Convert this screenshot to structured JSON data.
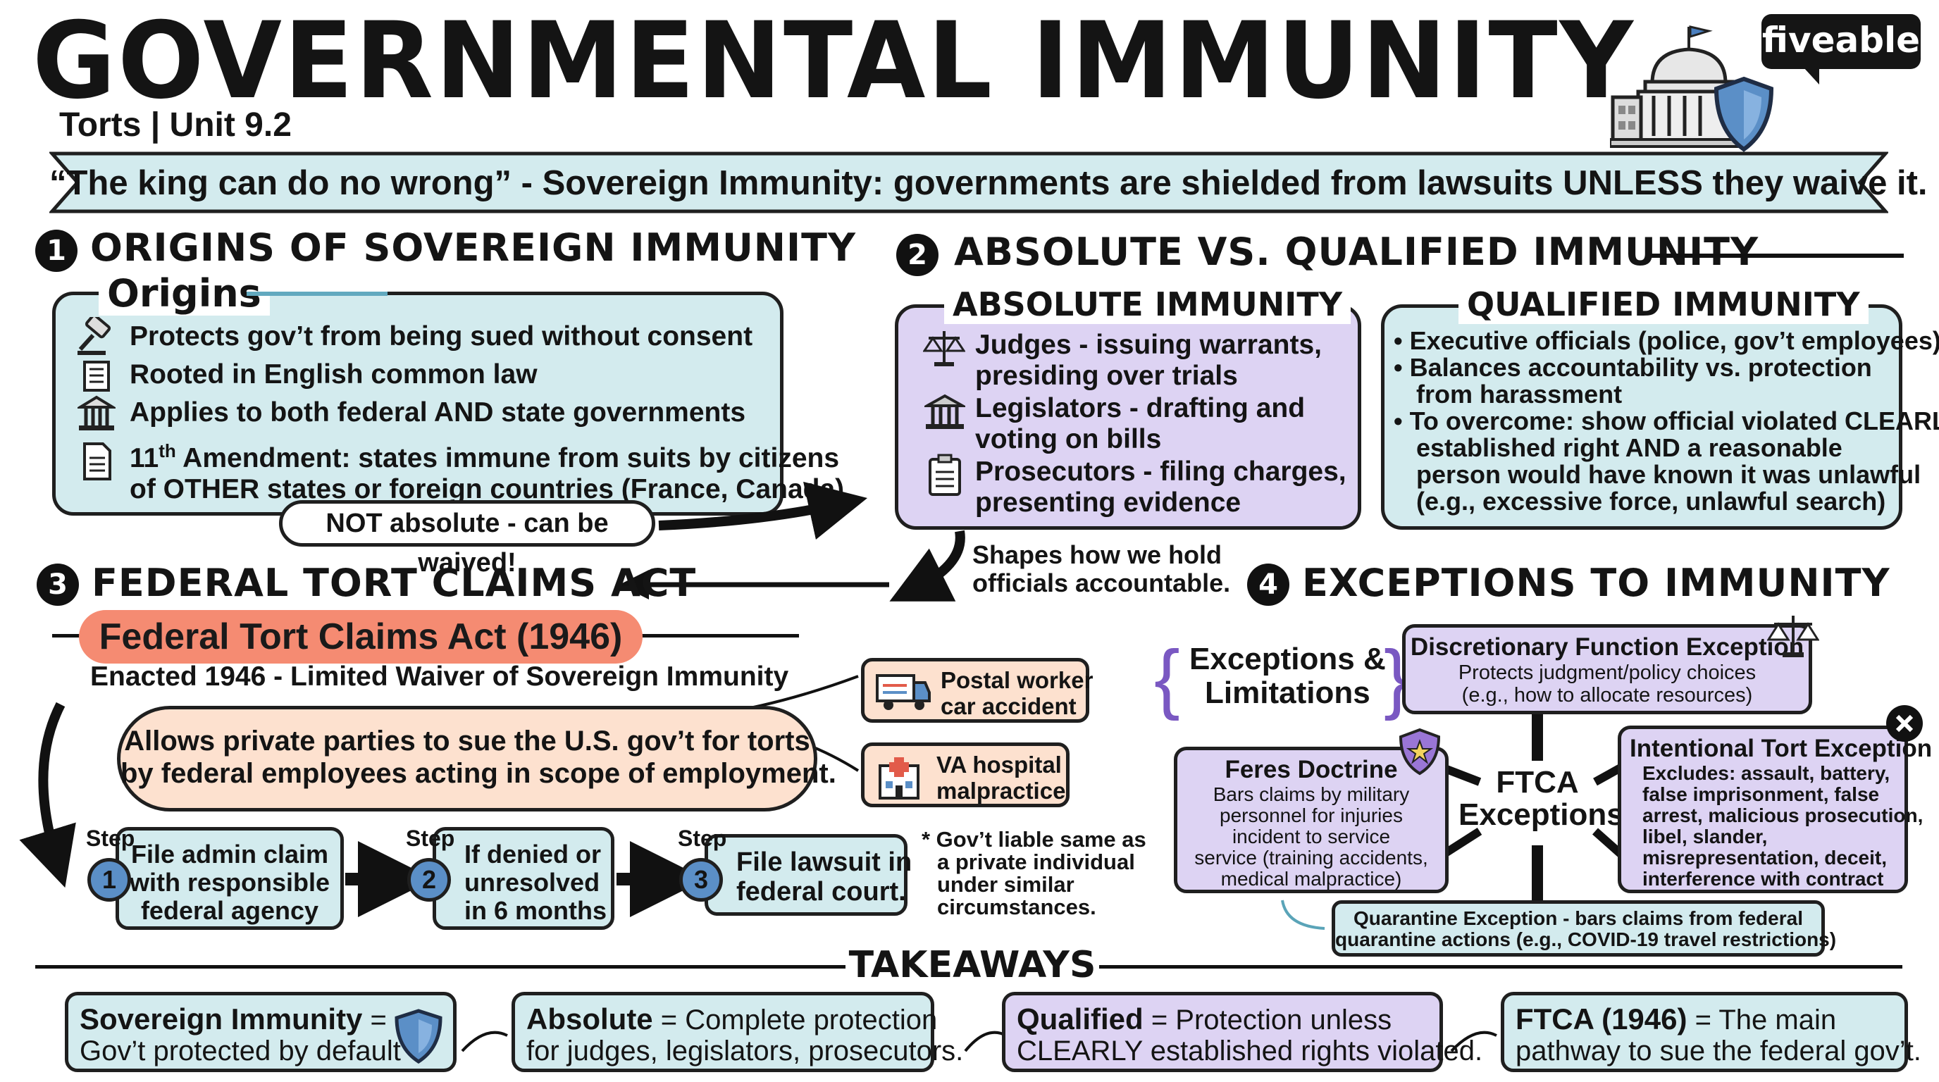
{
  "header": {
    "title": "GOVERNMENTAL IMMUNITY",
    "subtitle": "Torts | Unit 9.2",
    "logo": "fiveable"
  },
  "banner": "“The king can do no wrong” - Sovereign Immunity: governments are shielded from lawsuits UNLESS they waive it.",
  "s1": {
    "number": "1",
    "title": "ORIGINS OF SOVEREIGN IMMUNITY",
    "box_title": "Origins",
    "items": [
      "Protects gov’t from being sued without consent",
      "Rooted in English common law",
      "Applies to both federal AND state governments"
    ],
    "item4_pre": "11",
    "item4_sup": "th",
    "item4_line1": " Amendment: states immune from suits by citizens",
    "item4_line2": "of OTHER states or foreign countries (France, Canada)",
    "note": "NOT absolute - can be waived!"
  },
  "s2": {
    "number": "2",
    "title": "ABSOLUTE VS. QUALIFIED IMMUNITY",
    "absolute": {
      "title": "ABSOLUTE IMMUNITY",
      "items": [
        {
          "head": "Judges",
          "line1": " - issuing warrants,",
          "line2": "presiding over trials"
        },
        {
          "head": "Legislators",
          "line1": " - drafting and",
          "line2": "voting on bills"
        },
        {
          "head": "Prosecutors",
          "line1": " - filing charges,",
          "line2": "presenting evidence"
        }
      ]
    },
    "qualified": {
      "title": "QUALIFIED IMMUNITY",
      "b1": "Executive officials (police, gov’t employees)",
      "b2_l1": "Balances accountability vs. protection",
      "b2_l2": "from harassment",
      "b3_l1": "To overcome: show official violated CLEARLY",
      "b3_l2": "established right AND a reasonable",
      "b3_l3": "person would have known it was unlawful",
      "b3_l4": "(e.g., excessive force, unlawful search)"
    },
    "note_l1": "Shapes how we hold",
    "note_l2": "officials accountable."
  },
  "s3": {
    "number": "3",
    "title": "FEDERAL TORT CLAIMS ACT",
    "pill": "Federal Tort Claims Act (1946)",
    "enacted": "Enacted 1946 - Limited Waiver of Sovereign Immunity",
    "cloud_l1": "Allows private parties to sue the U.S. gov’t for torts",
    "cloud_l2": "by federal employees acting in scope of employment.",
    "examples": [
      {
        "line1": "Postal worker",
        "line2": "car accident"
      },
      {
        "line1": "VA hospital",
        "line2": "malpractice"
      }
    ],
    "step_label": "Step",
    "steps": [
      {
        "n": "1",
        "l1": "File admin claim",
        "l2": "with responsible",
        "l3": "federal agency"
      },
      {
        "n": "2",
        "l1": "If denied or",
        "l2": "unresolved",
        "l3": "in 6 months"
      },
      {
        "n": "3",
        "l1": "File lawsuit in",
        "l2": "federal court.",
        "l3": ""
      }
    ],
    "liable_l1": "* Gov’t liable same as",
    "liable_l2": "a private individual",
    "liable_l3": "under similar",
    "liable_l4": "circumstances."
  },
  "s4": {
    "number": "4",
    "title": "EXCEPTIONS TO IMMUNITY",
    "brace_l1": "Exceptions &",
    "brace_l2": "Limitations",
    "center_l1": "FTCA",
    "center_l2": "Exceptions",
    "discretionary": {
      "title": "Discretionary Function Exception",
      "l1": "Protects judgment/policy choices",
      "l2": "(e.g., how to allocate resources)"
    },
    "feres": {
      "title": "Feres Doctrine",
      "l1": "Bars claims by military",
      "l2": "personnel for injuries",
      "l3": "incident to service",
      "l4": "service (training accidents,",
      "l5": "medical malpractice)"
    },
    "intentional": {
      "title": "Intentional Tort Exception",
      "l1": "Excludes: assault, battery,",
      "l2": "false imprisonment, false",
      "l3": "arrest, malicious prosecution,",
      "l4": "libel, slander,",
      "l5": "misrepresentation, deceit,",
      "l6": "interference with contract"
    },
    "quarantine": {
      "l1": "Quarantine Exception - bars claims from federal",
      "l2": "quarantine actions (e.g., COVID-19 travel restrictions)"
    }
  },
  "takeaways": {
    "title": "TAKEAWAYS",
    "cards": [
      {
        "head": "Sovereign Immunity",
        "rest": " =",
        "l2": "Gov’t protected by default"
      },
      {
        "head": "Absolute",
        "rest": " = Complete protection",
        "l2": "for judges, legislators, prosecutors."
      },
      {
        "head": "Qualified",
        "rest": " = Protection unless",
        "l2": "CLEARLY established rights violated."
      },
      {
        "head": "FTCA (1946)",
        "rest": " = The main",
        "l2": "pathway to sue the federal gov’t."
      }
    ]
  },
  "colors": {
    "blue": "#d3ebee",
    "purple": "#ddd3f3",
    "peach": "#fde1cf",
    "salmon": "#f58b72",
    "shield": "#5b8fc7"
  },
  "icons": [
    "gavel-icon",
    "scroll-icon",
    "courthouse-icon",
    "document-icon",
    "scales-icon",
    "capitol-icon",
    "clipboard-icon",
    "truck-icon",
    "hospital-icon",
    "shield-icon",
    "star-badge-icon",
    "close-icon"
  ]
}
